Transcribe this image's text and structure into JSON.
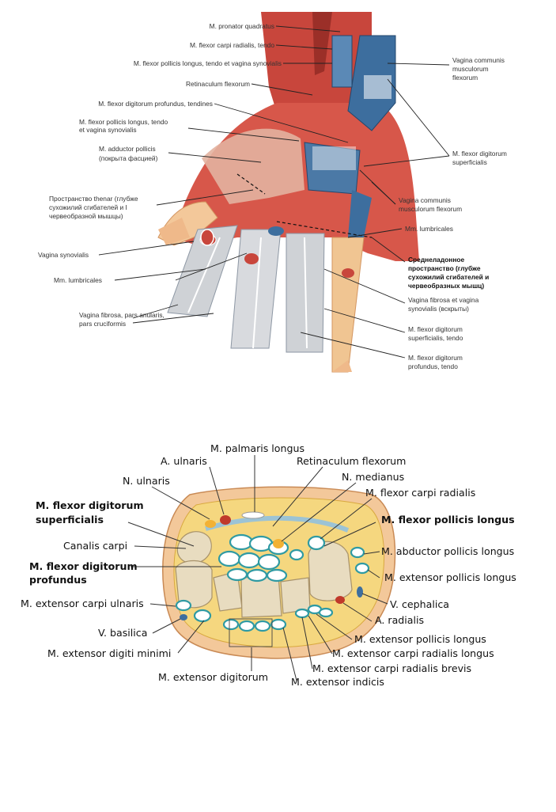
{
  "figure1": {
    "labels": {
      "pronator_quadratus": "M. pronator quadratus",
      "flexor_carpi_radialis_tendo": "M. flexor carpi radialis, tendo",
      "fpl_tendo_vagina": "M. flexor pollicis longus, tendo et vagina synovialis",
      "retinaculum": "Retinaculum flexorum",
      "fdp_tendines": "M. flexor digitorum profundus, tendines",
      "fpl_tendo_2_line1": "M. flexor pollicis longus, tendo",
      "fpl_tendo_2_line2": "et vagina synovialis",
      "adductor_line1": "M. adductor pollicis",
      "adductor_line2": "(покрыта фасцией)",
      "thenar_line1": "Пространство thenar (глубже",
      "thenar_line2": "сухожилий сгибателей и I",
      "thenar_line3": "червеобразной мышцы)",
      "vagina_synovialis": "Vagina synovialis",
      "lumbricales_left": "Mm. lumbricales",
      "fibrosa_line1": "Vagina fibrosa, pars anularis,",
      "fibrosa_line2": "pars cruciformis",
      "vcmf_top_line1": "Vagina communis",
      "vcmf_top_line2": "musculorum",
      "vcmf_top_line3": "flexorum",
      "fds_line1": "M. flexor digitorum",
      "fds_line2": "superficialis",
      "vcmf_mid_line1": "Vagina communis",
      "vcmf_mid_line2": "musculorum flexorum",
      "lumbricales_right": "Mm. lumbricales",
      "midpalm_line1": "Среднеладонное",
      "midpalm_line2": "пространство (глубже",
      "midpalm_line3": "сухожилий сгибателей и",
      "midpalm_line4": "червеобразных мышц)",
      "fibrosa_vagina_line1": "Vagina fibrosa et vagina",
      "fibrosa_vagina_line2": "synovialis (вскрыты)",
      "fds_tendo_line1": "M. flexor digitorum",
      "fds_tendo_line2": "superficialis, tendo",
      "fdp_tendo_line1": "M. flexor digitorum",
      "fdp_tendo_line2": "profundus, tendo"
    }
  },
  "figure2": {
    "labels": {
      "palmaris_longus": "M. palmaris longus",
      "a_ulnaris": "A. ulnaris",
      "retinaculum_flexorum": "Retinaculum flexorum",
      "n_ulnaris": "N. ulnaris",
      "n_medianus": "N. medianus",
      "fcr": "M. flexor carpi radialis",
      "fds_line1": "M. flexor digitorum",
      "fds_line2": "superficialis",
      "fpl": "M. flexor pollicis longus",
      "canalis": "Canalis carpi",
      "apl": "M. abductor pollicis longus",
      "fdp_line1": "M. flexor digitorum",
      "fdp_line2": "profundus",
      "epl_right": "M. extensor pollicis longus",
      "ecu": "M. extensor carpi ulnaris",
      "v_cephalica": "V. cephalica",
      "a_radialis": "A. radialis",
      "v_basilica": "V. basilica",
      "epl_bottom": "M. extensor pollicis longus",
      "edm": "M. extensor digiti minimi",
      "ecrl": "M. extensor carpi radialis longus",
      "ecrb": "M. extensor carpi radialis brevis",
      "ed": "M. extensor digitorum",
      "ei": "M. extensor indicis"
    }
  },
  "colors": {
    "muscle": "#c8463c",
    "sheath_blue": "#3d6e9e",
    "tendon": "#e8e4dc",
    "bone": "#e8dcc0",
    "teal_sheath": "#2f9aa3",
    "artery": "#c0392b",
    "nerve": "#f2b134",
    "skin": "#f3c89a"
  }
}
